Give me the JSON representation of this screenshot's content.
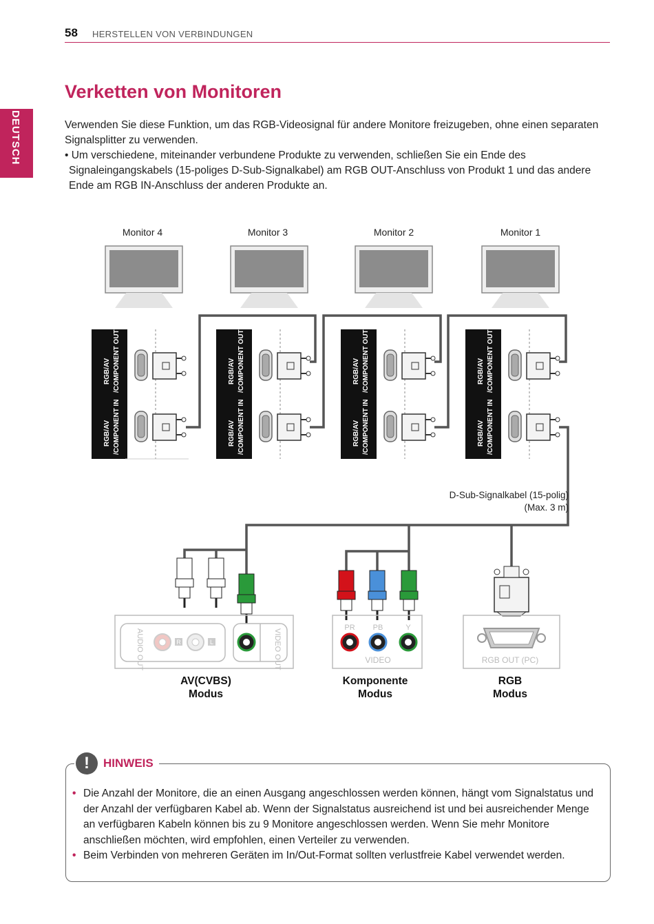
{
  "header": {
    "page_number": "58",
    "section": "HERSTELLEN VON VERBINDUNGEN"
  },
  "side_tab": "DEUTSCH",
  "title": "Verketten von Monitoren",
  "intro": "Verwenden Sie diese Funktion, um das RGB-Videosignal für andere Monitore freizugeben, ohne einen separaten Signalsplitter zu verwenden.",
  "bullet": "• Um verschiedene, miteinander verbundene Produkte zu verwenden, schließen Sie ein Ende des Signaleingangskabels (15-poliges D-Sub-Signalkabel) am RGB OUT-Anschluss von Produkt 1 und das andere Ende am RGB IN-Anschluss der anderen Produkte an.",
  "diagram": {
    "monitors": [
      "Monitor 4",
      "Monitor 3",
      "Monitor 2",
      "Monitor 1"
    ],
    "port_out_label_1": "RGB/AV",
    "port_out_label_2": "/COMPONENT OUT",
    "port_in_label_1": "RGB/AV",
    "port_in_label_2": "/COMPONENT IN",
    "cable_label": "D-Sub-Signalkabel (15-polig)",
    "cable_sublabel": "(Max. 3 m)",
    "panel_audio_out": "AUDIO OUT",
    "panel_video_out": "VIDEO OUT",
    "panel_r": "R",
    "panel_l": "L",
    "panel_pr": "PR",
    "panel_pb": "PB",
    "panel_y": "Y",
    "panel_video": "VIDEO",
    "panel_rgb_out": "RGB OUT (PC)",
    "modes": [
      {
        "line1": "AV(CVBS)",
        "line2": "Modus"
      },
      {
        "line1": "Komponente",
        "line2": "Modus"
      },
      {
        "line1": "RGB",
        "line2": "Modus"
      }
    ]
  },
  "note": {
    "label": "HINWEIS",
    "items": [
      "Die Anzahl der Monitore, die an einen Ausgang angeschlossen werden können, hängt vom Signalstatus und der Anzahl der verfügbaren Kabel ab. Wenn der Signalstatus ausreichend ist und bei ausreichender Menge an verfügbaren Kabeln können bis zu 9 Monitore angeschlossen werden. Wenn Sie mehr Monitore anschließen möchten, wird empfohlen, einen Verteiler zu verwenden.",
      "Beim Verbinden von mehreren Geräten im In/Out-Format sollten verlustfreie Kabel verwendet werden."
    ]
  },
  "colors": {
    "accent": "#c0245c",
    "red": "#d3121a",
    "blue": "#4a90d9",
    "green": "#2a9a3a"
  }
}
